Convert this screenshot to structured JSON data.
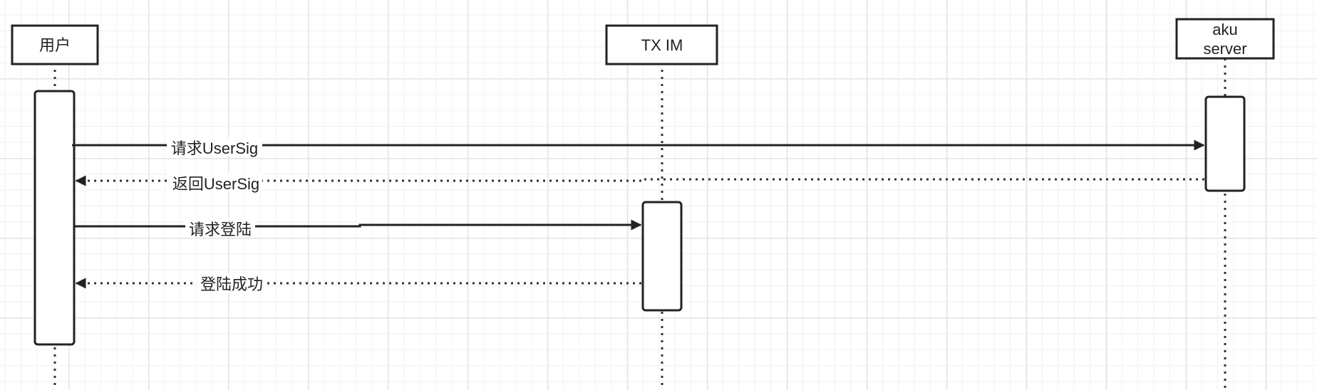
{
  "participants": {
    "user": "用户",
    "txim": "TX IM",
    "server_line1": "aku",
    "server_line2": "server"
  },
  "messages": {
    "request_usersig": "请求UserSig",
    "return_usersig": "返回UserSig",
    "request_login": "请求登陆",
    "login_success": "登陆成功"
  },
  "colors": {
    "stroke": "#222222",
    "grid_major": "#e4e4e4",
    "grid_minor": "#f1f1f1"
  }
}
